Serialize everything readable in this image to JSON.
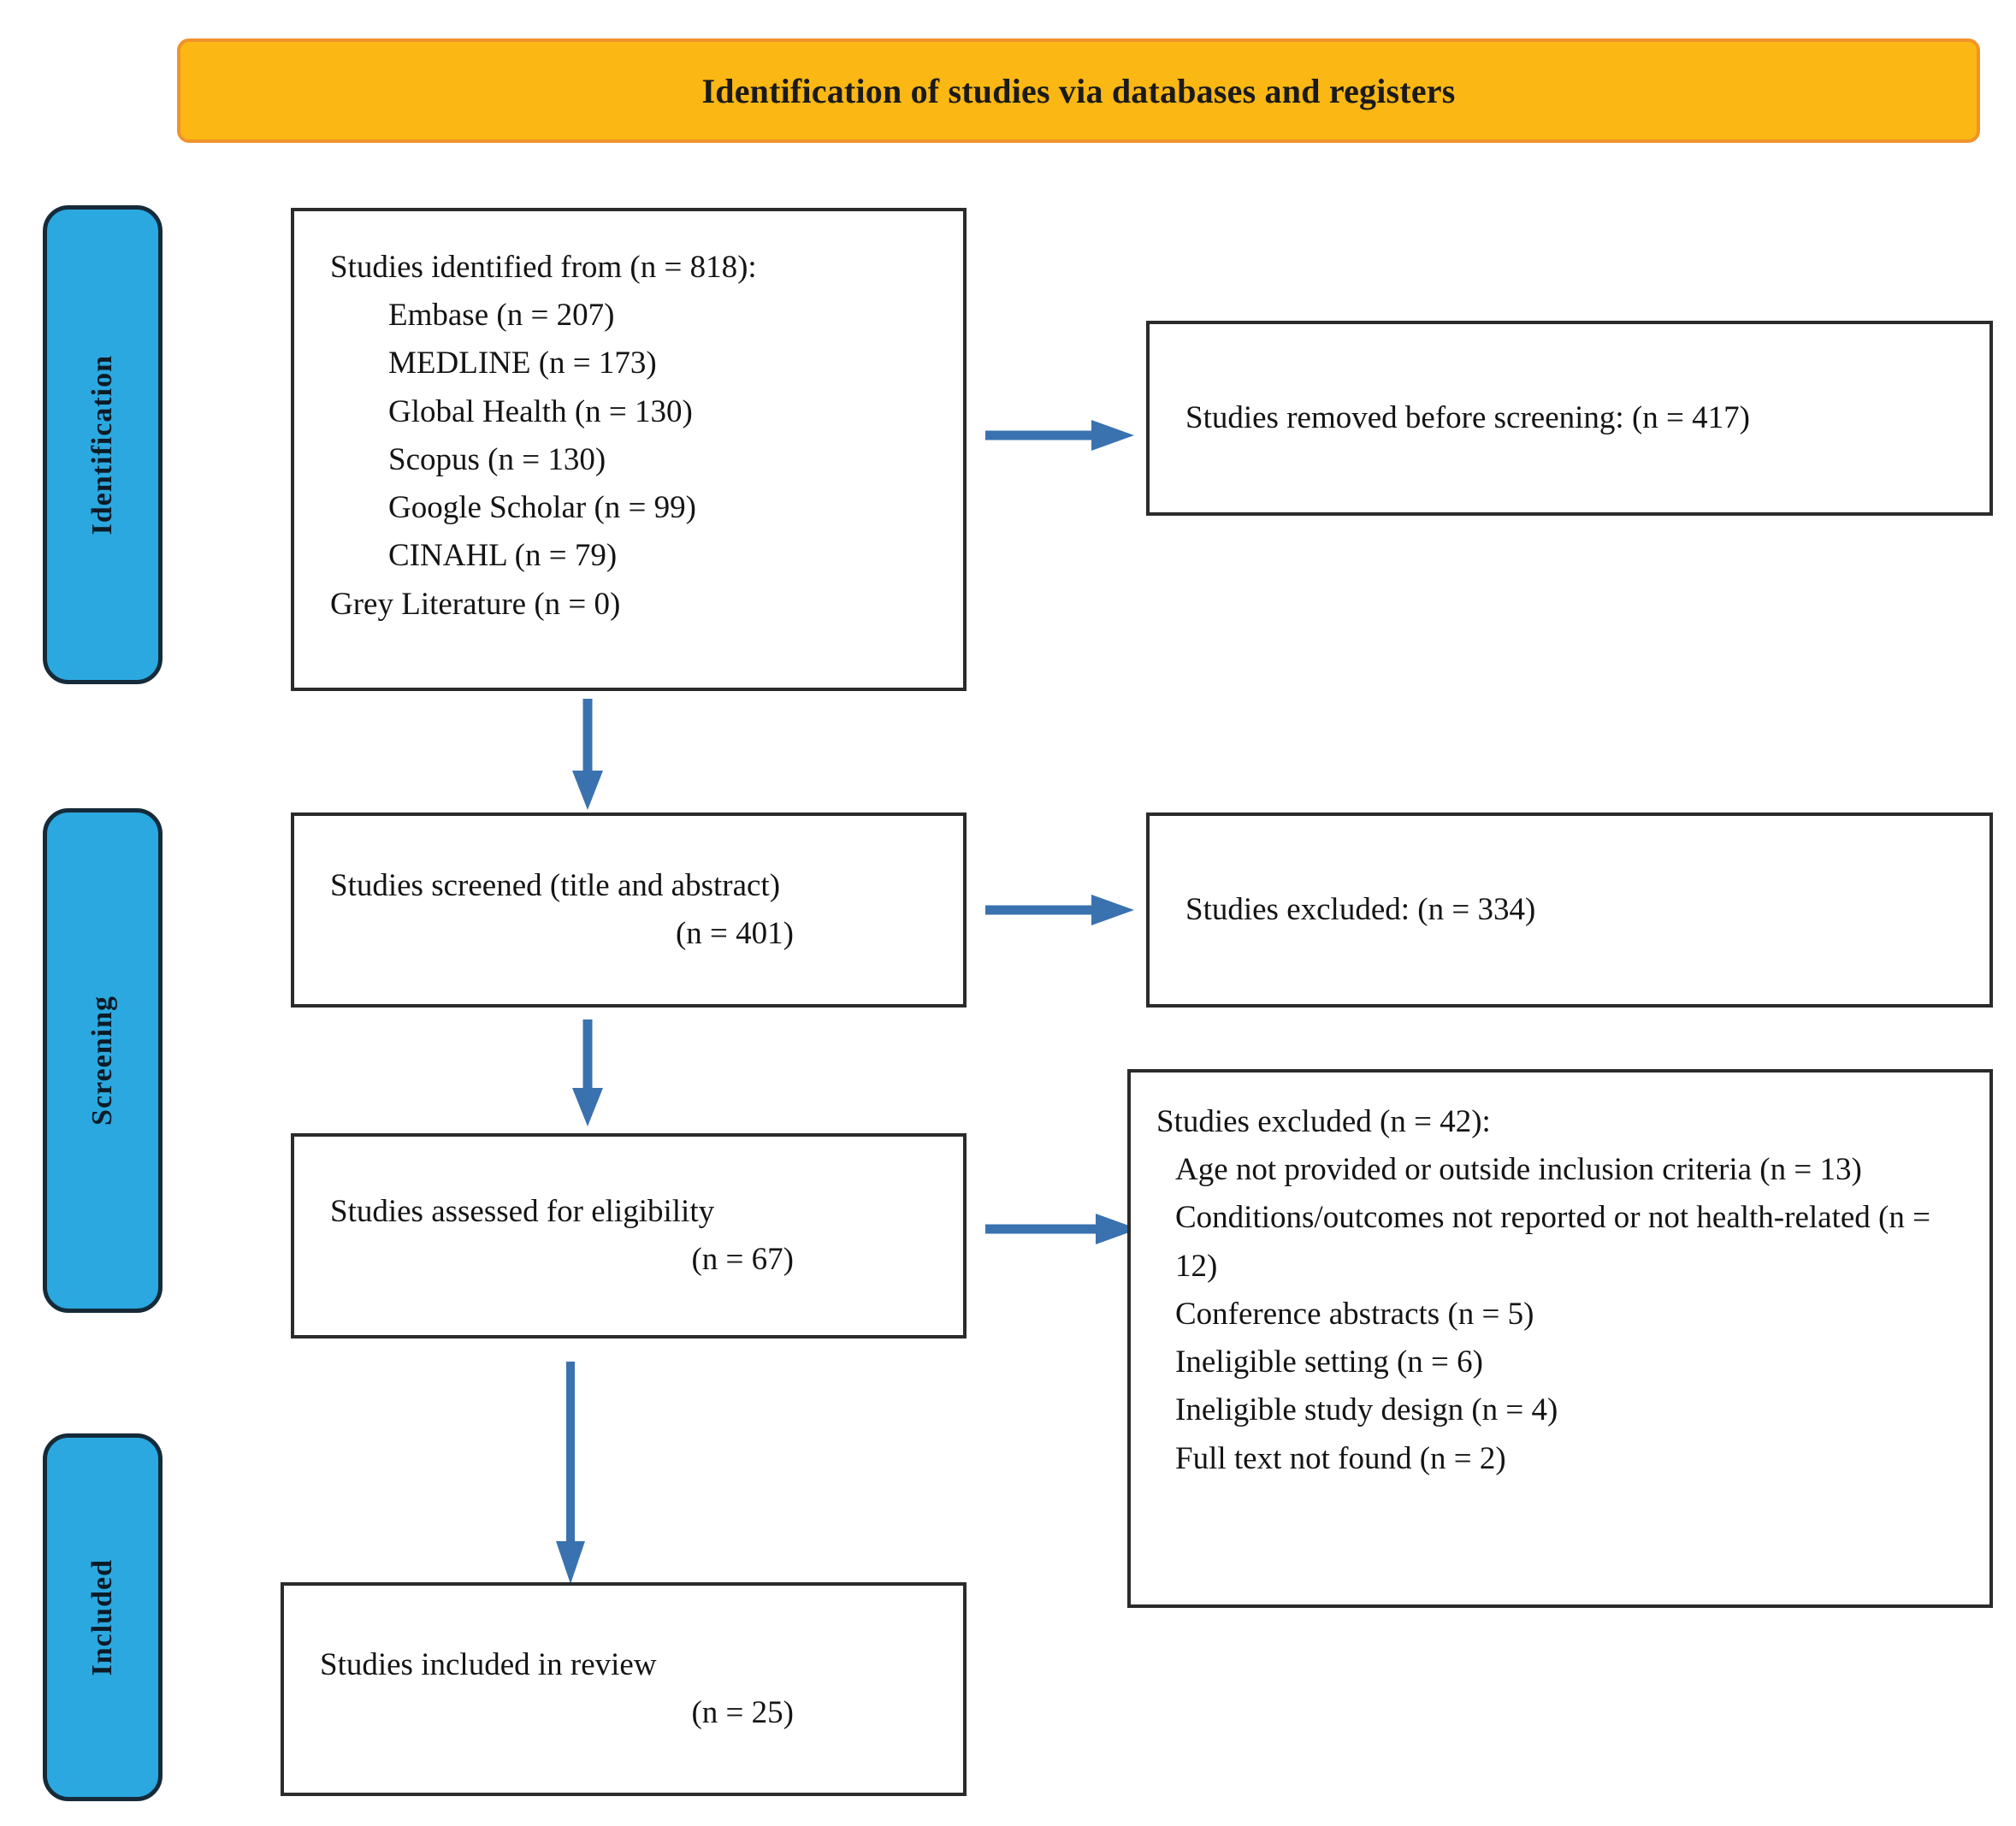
{
  "diagram": {
    "title": "Identification of studies via databases and registers",
    "colors": {
      "banner_fill": "#FBB713",
      "banner_border": "#F0932B",
      "phase_fill": "#2BA8E0",
      "phase_border": "#152B3A",
      "box_border": "#2B2B2B",
      "arrow": "#3A72B0"
    }
  },
  "phases": [
    {
      "label": "Identification"
    },
    {
      "label": "Screening"
    },
    {
      "label": "Included"
    }
  ],
  "boxes": {
    "identified": {
      "heading": "Studies identified from (n = 818):",
      "sources": [
        "Embase (n = 207)",
        "MEDLINE (n = 173)",
        "Global Health (n = 130)",
        "Scopus (n = 130)",
        "Google Scholar (n = 99)",
        "CINAHL (n = 79)"
      ],
      "grey_literature": "Grey Literature (n = 0)"
    },
    "removed": {
      "text": "Studies removed before screening: (n = 417)"
    },
    "screened": {
      "line1": "Studies screened (title and abstract)",
      "line2": "(n = 401)"
    },
    "excluded_screening": {
      "text": "Studies excluded: (n = 334)"
    },
    "eligibility": {
      "line1": "Studies assessed for eligibility",
      "line2": "(n = 67)"
    },
    "excluded_eligibility": {
      "heading": "Studies excluded (n = 42):",
      "reasons": [
        "Age not provided or outside inclusion criteria (n = 13)",
        "Conditions/outcomes not reported or not health-related (n = 12)",
        "Conference abstracts (n = 5)",
        "Ineligible setting (n = 6)",
        "Ineligible study design (n = 4)",
        "Full text not found (n = 2)"
      ]
    },
    "included": {
      "line1": "Studies included in review",
      "line2": "(n = 25)"
    }
  },
  "arrows": {
    "identified_to_removed": "arrow-right",
    "identified_to_screened": "arrow-down",
    "screened_to_excluded": "arrow-right",
    "screened_to_eligibility": "arrow-down",
    "eligibility_to_excluded": "arrow-right",
    "eligibility_to_included": "arrow-down"
  }
}
